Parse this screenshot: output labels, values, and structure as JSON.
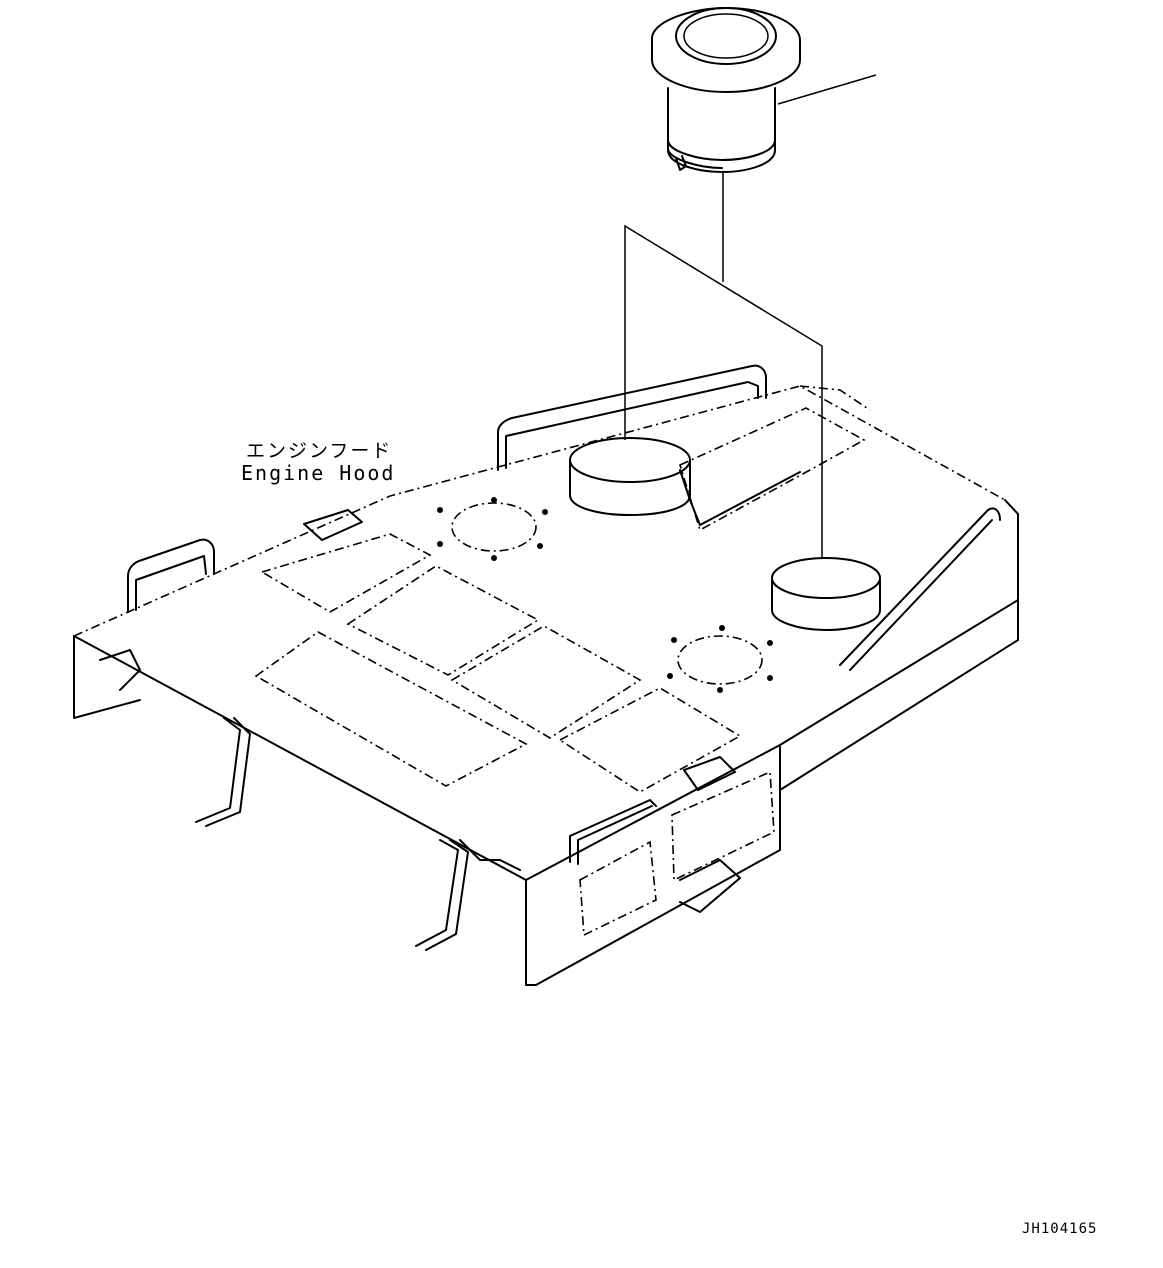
{
  "labels": {
    "part_name_jp": "エンジンフード",
    "part_name_en": "Engine Hood"
  },
  "drawing_id": "JH104165",
  "colors": {
    "line": "#000000",
    "background": "#ffffff"
  }
}
